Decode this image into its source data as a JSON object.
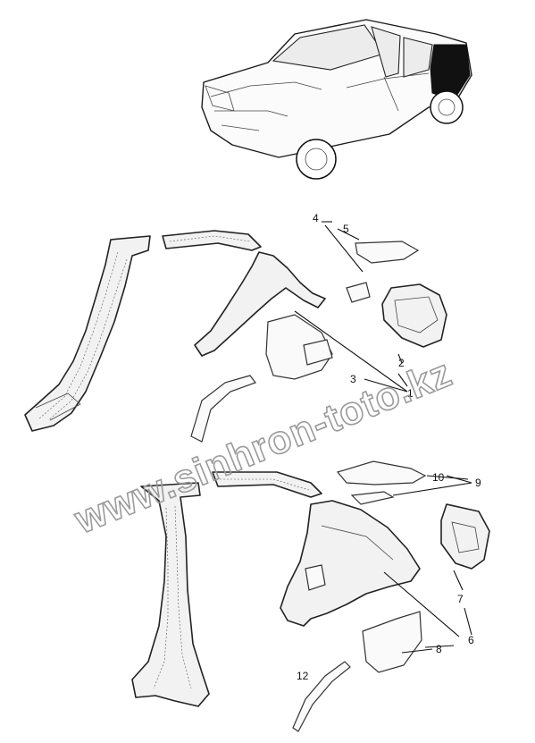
{
  "callouts": [
    "1",
    "2",
    "3",
    "4",
    "5",
    "6",
    "7",
    "8",
    "9",
    "10",
    "12"
  ],
  "watermark": "www.sinhron-toto.kz"
}
